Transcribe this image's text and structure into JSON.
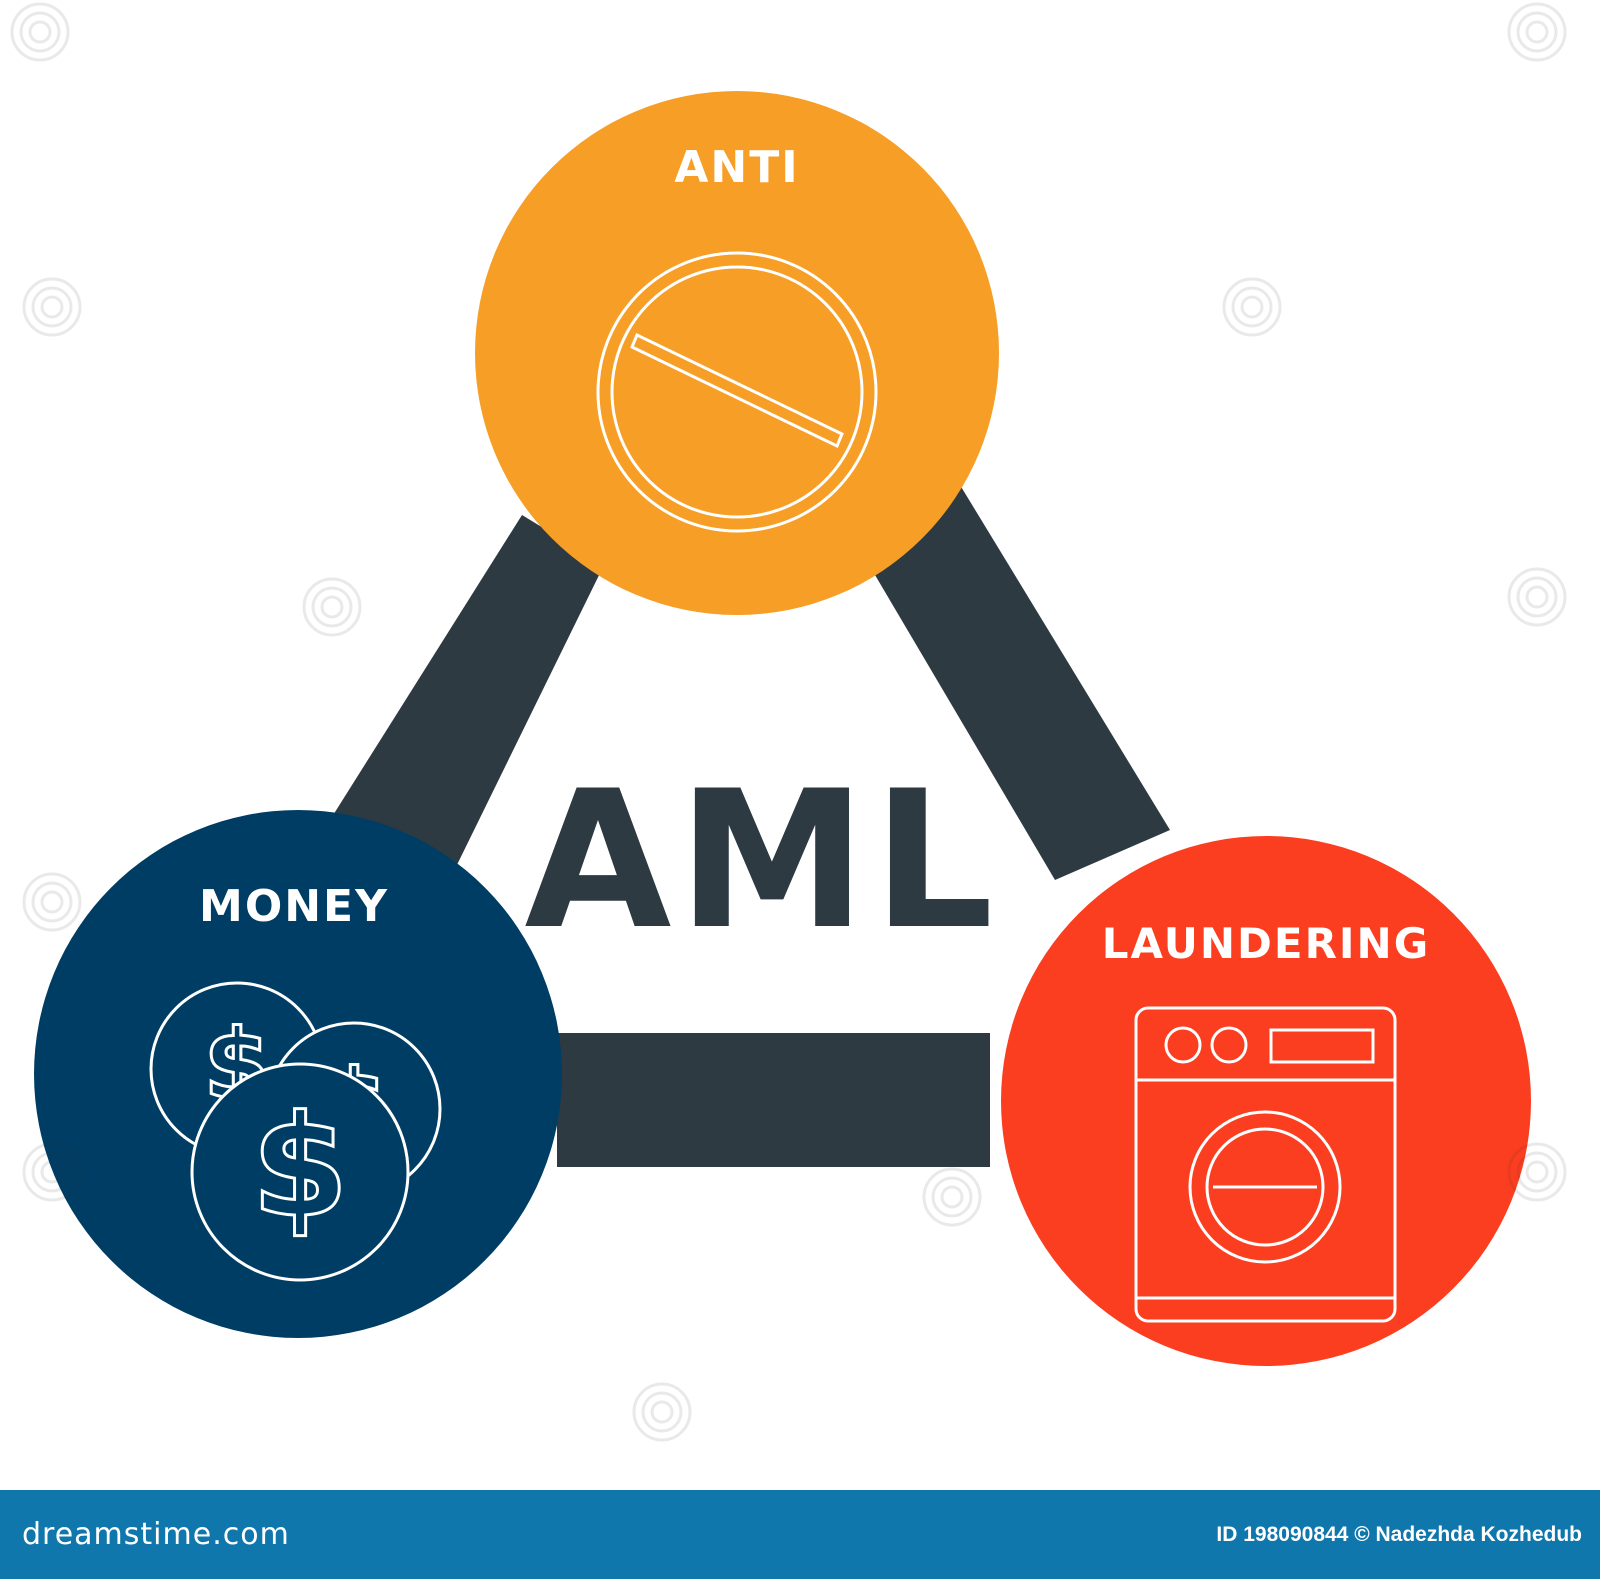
{
  "diagram": {
    "center_label": "AML",
    "nodes": [
      {
        "id": "anti",
        "label": "ANTI",
        "icon": "prohibited-sign-icon",
        "color": "#f79e26"
      },
      {
        "id": "money",
        "label": "MONEY",
        "icon": "dollar-coins-icon",
        "color": "#003d64"
      },
      {
        "id": "laundering",
        "label": "LAUNDERING",
        "icon": "washing-machine-icon",
        "color": "#fb3e20"
      }
    ],
    "connector_color": "#2d3a42",
    "icon_stroke_color": "#ffffff"
  },
  "watermark": {
    "icon": "dreamstime-spiral-icon"
  },
  "footer": {
    "brand": "dreamstime.com",
    "credit": "ID 198090844 © Nadezhda Kozhedub",
    "background": "#1077ad"
  }
}
